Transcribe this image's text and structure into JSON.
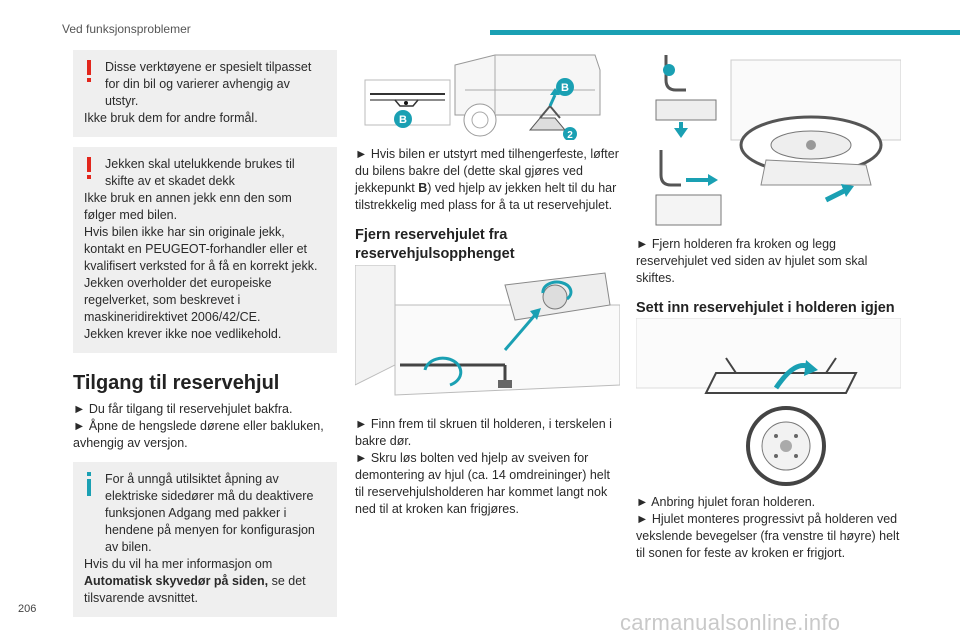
{
  "header": {
    "section": "Ved funksjonsproblemer",
    "accent_color": "#1aa0b3"
  },
  "page_number": "206",
  "watermark": "carmanualsonline.info",
  "col1": {
    "warning1": [
      "Disse verktøyene er spesielt tilpasset for din bil og varierer avhengig av utstyr.",
      "Ikke bruk dem for andre formål."
    ],
    "warning2": [
      "Jekken skal utelukkende brukes til skifte av et skadet dekk",
      "Ikke bruk en annen jekk enn den som følger med bilen.",
      "Hvis bilen ikke har sin originale jekk, kontakt en PEUGEOT-forhandler eller et kvalifisert verksted for å få en korrekt jekk.",
      "Jekken overholder det europeiske regelverket, som beskrevet i maskineridirektivet 2006/42/CE.",
      "Jekken krever ikke noe vedlikehold."
    ],
    "heading": "Tilgang til reservehjul",
    "steps": [
      "► Du får tilgang til reservehjulet bakfra.",
      "► Åpne de hengslede dørene eller bakluken, avhengig av versjon."
    ],
    "info": {
      "text1": "For å unngå utilsiktet åpning av elektriske sidedører må du deaktivere funksjonen Adgang med pakker i hendene på menyen for konfigurasjon av bilen.",
      "text2": "Hvis du vil ha mer informasjon om",
      "bold": "Automatisk skyvedør på siden,",
      "text3": " se det tilsvarende avsnittet."
    }
  },
  "col2": {
    "fig_labels": {
      "b1": "B",
      "b2": "B",
      "two": "2"
    },
    "para1_a": "► Hvis bilen er utstyrt med tilhengerfeste, løfter du bilens bakre del (dette skal gjøres ved jekkepunkt ",
    "para1_bold": "B",
    "para1_b": ") ved hjelp av jekken helt til du har tilstrekkelig med plass for å ta ut reservehjulet.",
    "heading": "Fjern reservehjulet fra reservehjulsopphenget",
    "steps": [
      "► Finn frem til skruen til holderen, i terskelen i bakre dør.",
      "► Skru løs bolten ved hjelp av sveiven for demontering av hjul (ca. 14 omdreininger) helt til reservehjulsholderen har kommet langt nok ned til at kroken kan frigjøres."
    ]
  },
  "col3": {
    "step1": "► Fjern holderen fra kroken og legg reservehjulet ved siden av hjulet som skal skiftes.",
    "heading": "Sett inn reservehjulet i holderen igjen",
    "steps": [
      "► Anbring hjulet foran holderen.",
      "► Hjulet monteres progressivt på holderen ved vekslende bevegelser (fra venstre til høyre) helt til sonen for feste av kroken er frigjort."
    ]
  }
}
